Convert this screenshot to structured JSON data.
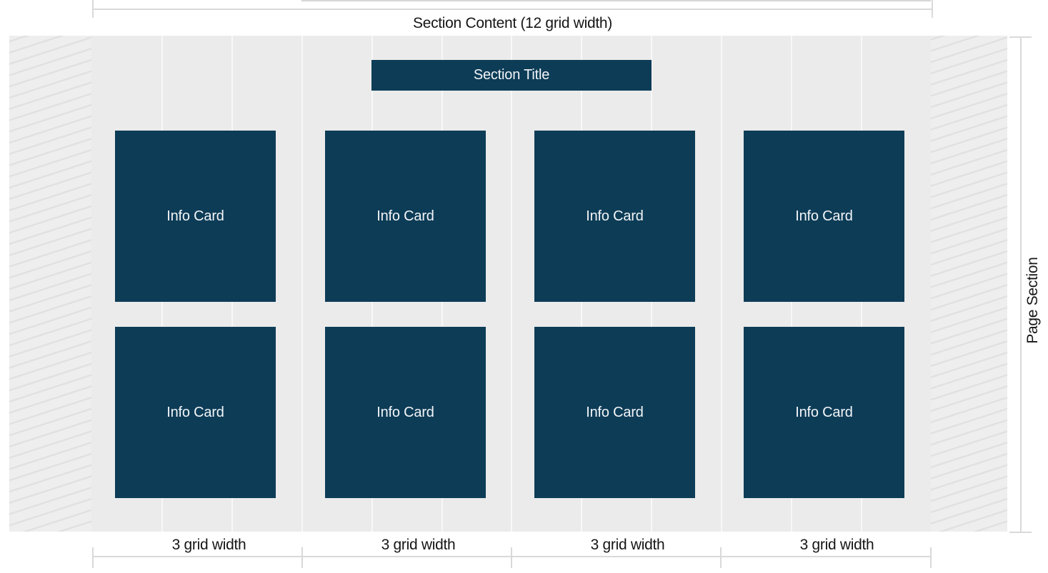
{
  "labels": {
    "section_content": "Section Content (12 grid width)",
    "section_title": "Section Title",
    "page_section": "Page Section"
  },
  "cards": [
    {
      "label": "Info Card"
    },
    {
      "label": "Info Card"
    },
    {
      "label": "Info Card"
    },
    {
      "label": "Info Card"
    },
    {
      "label": "Info Card"
    },
    {
      "label": "Info Card"
    },
    {
      "label": "Info Card"
    },
    {
      "label": "Info Card"
    }
  ],
  "grid_labels": [
    "3 grid width",
    "3 grid width",
    "3 grid width",
    "3 grid width"
  ],
  "colors": {
    "block_navy": "#0d3c57",
    "section_background": "#ebebeb",
    "hatch_line": "#e1e1e1",
    "dimension_line": "#d9d9d9",
    "column_guide": "#f8f8f8",
    "label_text": "#161616",
    "block_text": "#f2f5f7"
  }
}
